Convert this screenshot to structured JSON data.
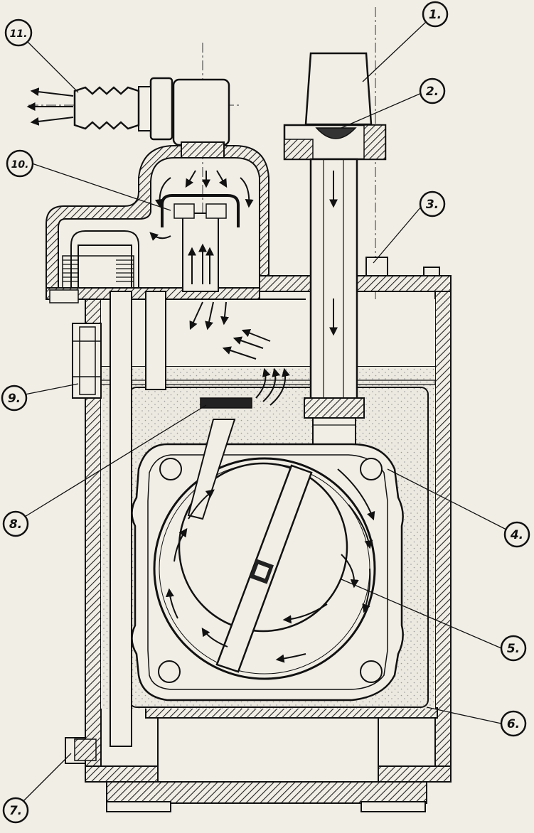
{
  "diagram": {
    "callouts": [
      {
        "id": "1",
        "text": "1."
      },
      {
        "id": "2",
        "text": "2."
      },
      {
        "id": "3",
        "text": "3."
      },
      {
        "id": "4",
        "text": "4."
      },
      {
        "id": "5",
        "text": "5."
      },
      {
        "id": "6",
        "text": "6."
      },
      {
        "id": "7",
        "text": "7."
      },
      {
        "id": "8",
        "text": "8."
      },
      {
        "id": "9",
        "text": "9."
      },
      {
        "id": "10",
        "text": "10."
      },
      {
        "id": "11",
        "text": "11."
      }
    ],
    "colors": {
      "ink": "#111111",
      "paper": "#f1eee6",
      "hatch": "#222222",
      "oil": "#d8d5cc"
    }
  }
}
